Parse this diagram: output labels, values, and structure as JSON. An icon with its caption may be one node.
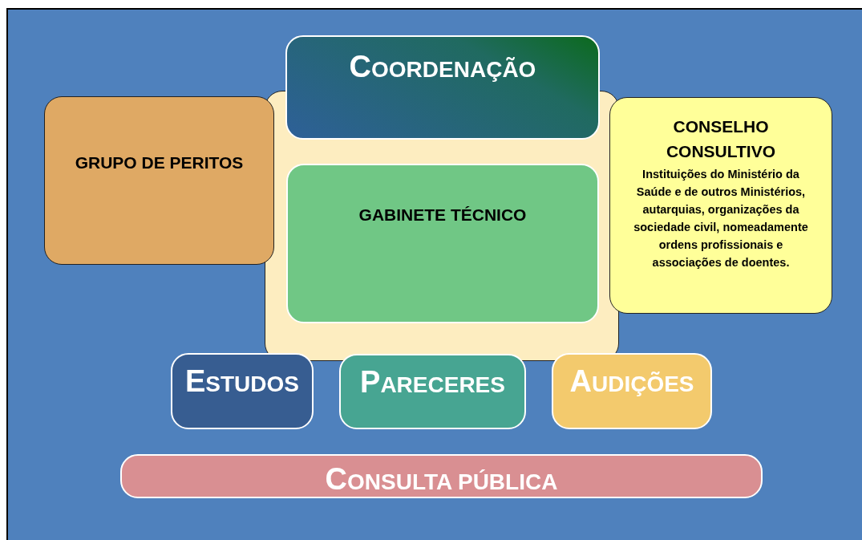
{
  "diagram": {
    "nodes": [
      {
        "text": [
          "COORDENAÇÃO"
        ]
      },
      {
        "text": [
          "GRUPO DE PERITOS"
        ]
      },
      {
        "text": [],
        "shape": "box"
      },
      {
        "text": [
          "GABINETE TÉCNICO"
        ],
        "in": 2
      },
      {
        "text": [
          "CONSELHO CONSULTIVO",
          "Instituições do Ministério da Saúde e de outros Ministérios, autarquias, organizações da sociedade civil, nomeadamente ordens profissionais e associações de doentes."
        ]
      },
      {
        "text": [
          "ESTUDOS"
        ]
      },
      {
        "text": [
          "PARECERES"
        ]
      },
      {
        "text": [
          "AUDIÇÕES"
        ]
      },
      {
        "text": [
          "CONSULTA PÚBLICA"
        ]
      }
    ],
    "edges": []
  }
}
